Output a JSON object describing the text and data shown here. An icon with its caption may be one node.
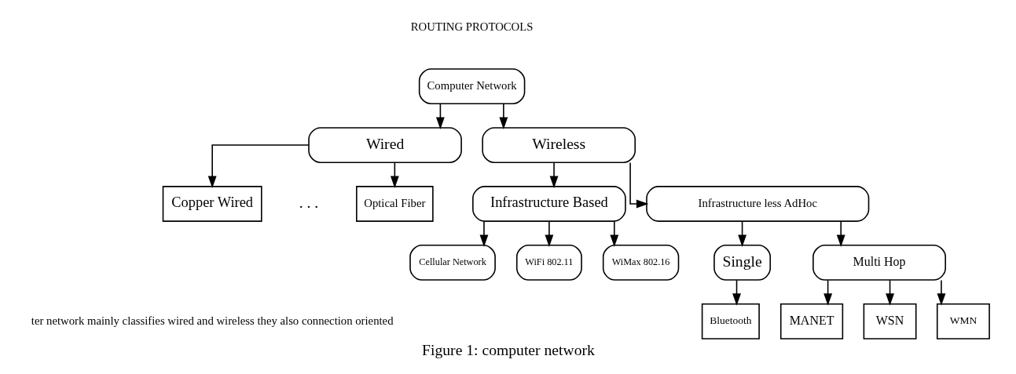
{
  "diagram": {
    "caption": "Figure 1: computer network",
    "nodes": [
      {
        "text": [
          "Computer Network"
        ]
      },
      {
        "text": [
          "Wired"
        ]
      },
      {
        "text": [
          "Wireless"
        ]
      },
      {
        "text": [
          "Copper Wired"
        ]
      },
      {
        "text": [
          "Optical Fiber"
        ]
      },
      {
        "text": [
          "Infrastructure Based"
        ]
      },
      {
        "text": [
          "Infrastructure less AdHoc"
        ]
      },
      {
        "text": [
          "Cellular Network"
        ]
      },
      {
        "text": [
          "WiFi 802.11"
        ]
      },
      {
        "text": [
          "WiMax 802.16"
        ]
      },
      {
        "text": [
          "Single"
        ]
      },
      {
        "text": [
          "Multi Hop"
        ]
      },
      {
        "text": [
          "Bluetooth"
        ]
      },
      {
        "text": [
          "MANET"
        ]
      },
      {
        "text": [
          "WSN"
        ]
      },
      {
        "text": [
          "WMN"
        ]
      }
    ],
    "edges": [
      {
        "from": 0,
        "to": 1,
        "arrow": "to"
      },
      {
        "from": 0,
        "to": 2,
        "arrow": "to"
      },
      {
        "from": 1,
        "to": 3,
        "arrow": "to"
      },
      {
        "from": 1,
        "to": 4,
        "arrow": "to"
      },
      {
        "from": 2,
        "to": 5,
        "arrow": "to"
      },
      {
        "from": 2,
        "to": 6,
        "arrow": "to"
      },
      {
        "from": 5,
        "to": 7,
        "arrow": "to"
      },
      {
        "from": 5,
        "to": 8,
        "arrow": "to"
      },
      {
        "from": 5,
        "to": 9,
        "arrow": "to"
      },
      {
        "from": 6,
        "to": 10,
        "arrow": "to"
      },
      {
        "from": 6,
        "to": 11,
        "arrow": "to"
      },
      {
        "from": 10,
        "to": 12,
        "arrow": "to"
      },
      {
        "from": 11,
        "to": 13,
        "arrow": "to"
      },
      {
        "from": 11,
        "to": 14,
        "arrow": "to"
      },
      {
        "from": 11,
        "to": 15,
        "arrow": "to"
      }
    ],
    "labels": [
      "ROUTING PROTOCOLS",
      ". . .",
      "ter network mainly classifies wired and wireless they also connection oriented"
    ]
  }
}
